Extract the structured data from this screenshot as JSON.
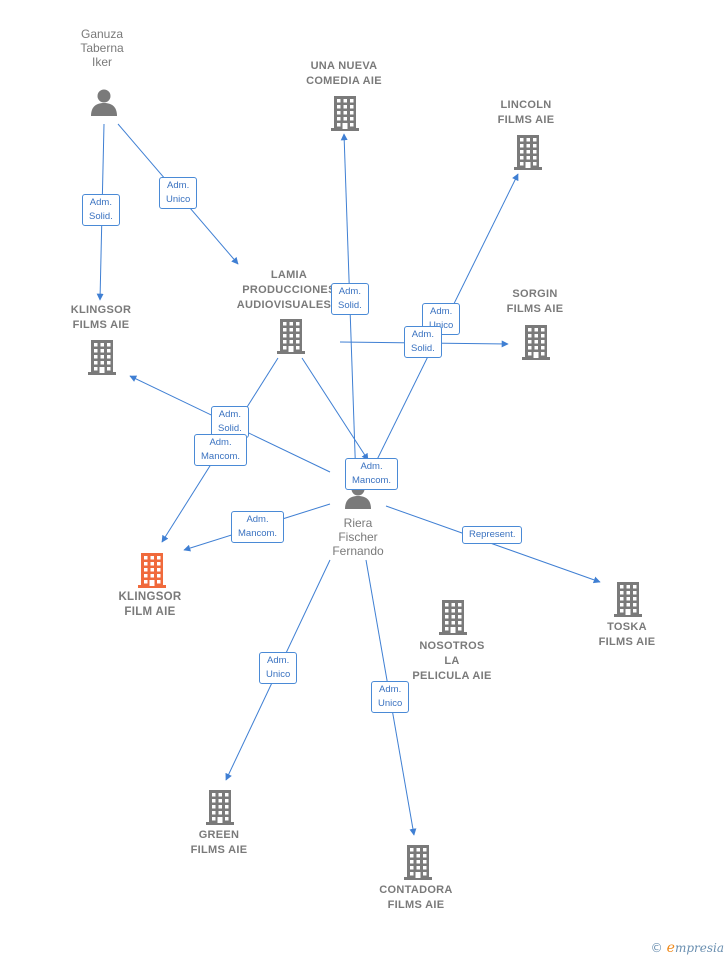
{
  "colors": {
    "edge": "#3f7fd3",
    "node": "#7a7a7a",
    "highlight": "#f06a3c"
  },
  "nodes": [
    {
      "id": "ganuza",
      "type": "person",
      "label": "Ganuza\nTaberna\nIker"
    },
    {
      "id": "riera",
      "type": "person",
      "label": "Riera\nFischer\nFernando"
    },
    {
      "id": "una_nueva",
      "type": "company",
      "label": "UNA NUEVA\nCOMEDIA AIE"
    },
    {
      "id": "lincoln",
      "type": "company",
      "label": "LINCOLN\nFILMS  AIE"
    },
    {
      "id": "lamia",
      "type": "company",
      "label": "LAMIA\nPRODUCCIONES\nAUDIOVISUALES..."
    },
    {
      "id": "sorgin",
      "type": "company",
      "label": "SORGIN\nFILMS AIE"
    },
    {
      "id": "klingsor_films",
      "type": "company",
      "label": "KLINGSOR\nFILMS  AIE"
    },
    {
      "id": "klingsor_film",
      "type": "company",
      "main": true,
      "label": "KLINGSOR\nFILM  AIE"
    },
    {
      "id": "nosotros",
      "type": "company",
      "label": "NOSOTROS\nLA\nPELICULA AIE"
    },
    {
      "id": "toska",
      "type": "company",
      "label": "TOSKA\nFILMS AIE"
    },
    {
      "id": "green",
      "type": "company",
      "label": "GREEN\nFILMS AIE"
    },
    {
      "id": "contadora",
      "type": "company",
      "label": "CONTADORA\nFILMS  AIE"
    }
  ],
  "edges": [
    {
      "from": "ganuza",
      "to": "klingsor_films",
      "label": "Adm.\nSolid."
    },
    {
      "from": "ganuza",
      "to": "lamia",
      "label": "Adm.\nUnico"
    },
    {
      "from": "riera",
      "to": "una_nueva",
      "label": "Adm.\nSolid."
    },
    {
      "from": "riera",
      "to": "lincoln",
      "label": "Adm.\nUnico"
    },
    {
      "from": "lamia",
      "to": "sorgin",
      "label": "Adm.\nSolid."
    },
    {
      "from": "riera",
      "to": "klingsor_films",
      "label": "Adm.\nSolid."
    },
    {
      "from": "lamia",
      "to": "klingsor_film",
      "label": "Adm.\nMancom."
    },
    {
      "from": "lamia",
      "to": "nosotros",
      "label": "Adm.\nMancom."
    },
    {
      "from": "riera",
      "to": "klingsor_film",
      "label": "Adm.\nMancom."
    },
    {
      "from": "riera",
      "to": "toska",
      "label": "Represent."
    },
    {
      "from": "riera",
      "to": "green",
      "label": "Adm.\nUnico"
    },
    {
      "from": "riera",
      "to": "contadora",
      "label": "Adm.\nUnico"
    }
  ],
  "brand": {
    "copyright": "©",
    "initial": "e",
    "rest": "mpresia"
  }
}
